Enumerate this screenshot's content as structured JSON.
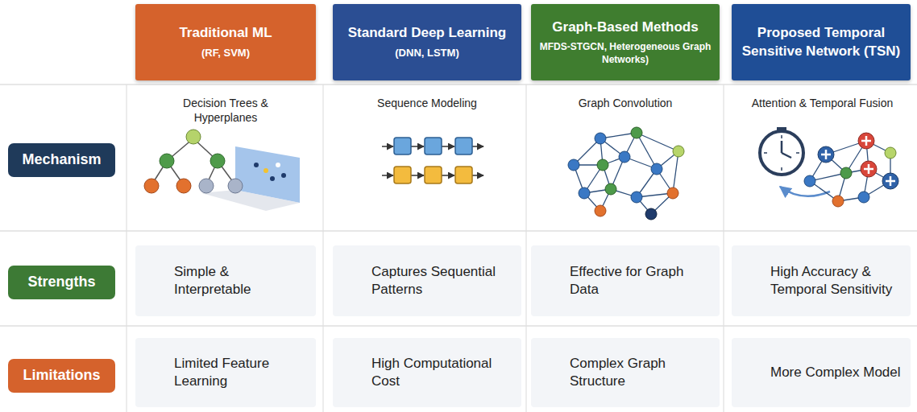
{
  "diagram": {
    "nodes": [
      {
        "text": [
          "Traditional ML",
          "(RF, SVM)"
        ]
      },
      {
        "text": [
          "Standard Deep Learning",
          "(DNN, LSTM)"
        ]
      },
      {
        "text": [
          "Graph-Based Methods",
          "MFDS-STGCN, Heterogeneous Graph Networks)"
        ]
      },
      {
        "text": [
          "Proposed Temporal Sensitive Network (TSN)"
        ]
      },
      {
        "text": [
          "Mechanism"
        ]
      },
      {
        "text": [
          "Strengths"
        ]
      },
      {
        "text": [
          "Simple & Interpretable"
        ]
      },
      {
        "text": [
          "Captures Sequential Patterns"
        ]
      },
      {
        "text": [
          "Effective for Graph Data"
        ]
      },
      {
        "text": [
          "High Accuracy & Temporal Sensitivity"
        ]
      },
      {
        "text": [
          "Limitations"
        ]
      },
      {
        "text": [
          "Limited Feature Learning"
        ]
      },
      {
        "text": [
          "High Computational Cost"
        ]
      },
      {
        "text": [
          "Complex Graph Structure"
        ]
      },
      {
        "text": [
          "More Complex Model"
        ]
      }
    ],
    "labels": [
      "Decision Trees & Hyperplanes",
      "Sequence Modeling",
      "Graph Convolution",
      "Attention & Temporal Fusion"
    ]
  }
}
